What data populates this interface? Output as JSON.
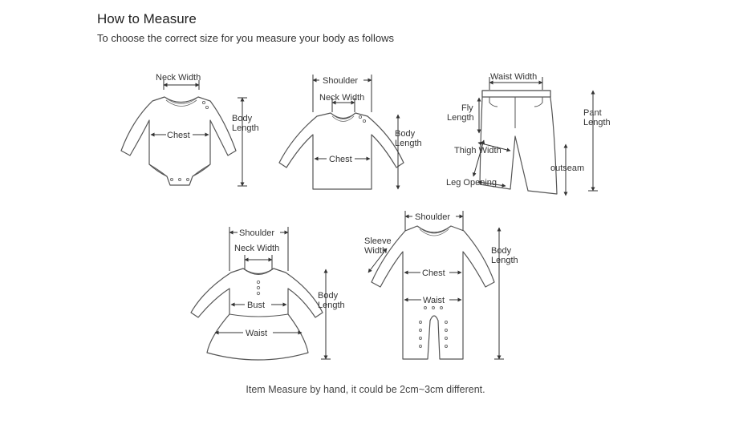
{
  "header": {
    "title": "How to Measure",
    "subtitle": "To choose the correct size for you measure your body as follows"
  },
  "labels": {
    "bodysuit": {
      "neck_width": "Neck Width",
      "chest": "Chest",
      "body_length_1": "Body",
      "body_length_2": "Length"
    },
    "tshirt": {
      "shoulder": "Shoulder",
      "neck_width": "Neck Width",
      "chest": "Chest",
      "body_length_1": "Body",
      "body_length_2": "Length"
    },
    "pants": {
      "waist_width": "Waist Width",
      "fly_length_1": "Fly",
      "fly_length_2": "Length",
      "pant_length_1": "Pant",
      "pant_length_2": "Length",
      "thigh_width": "Thigh Width",
      "outseam": "outseam",
      "leg_opening": "Leg Opening"
    },
    "dress": {
      "shoulder": "Shoulder",
      "neck_width": "Neck Width",
      "bust": "Bust",
      "waist": "Waist",
      "body_length_1": "Body",
      "body_length_2": "Length"
    },
    "romper": {
      "shoulder": "Shoulder",
      "sleeve_width_1": "Sleeve",
      "sleeve_width_2": "Width",
      "chest": "Chest",
      "waist": "Waist",
      "body_length_1": "Body",
      "body_length_2": "Length"
    }
  },
  "footer": {
    "note": "Item Measure by hand, it could be 2cm~3cm different."
  }
}
